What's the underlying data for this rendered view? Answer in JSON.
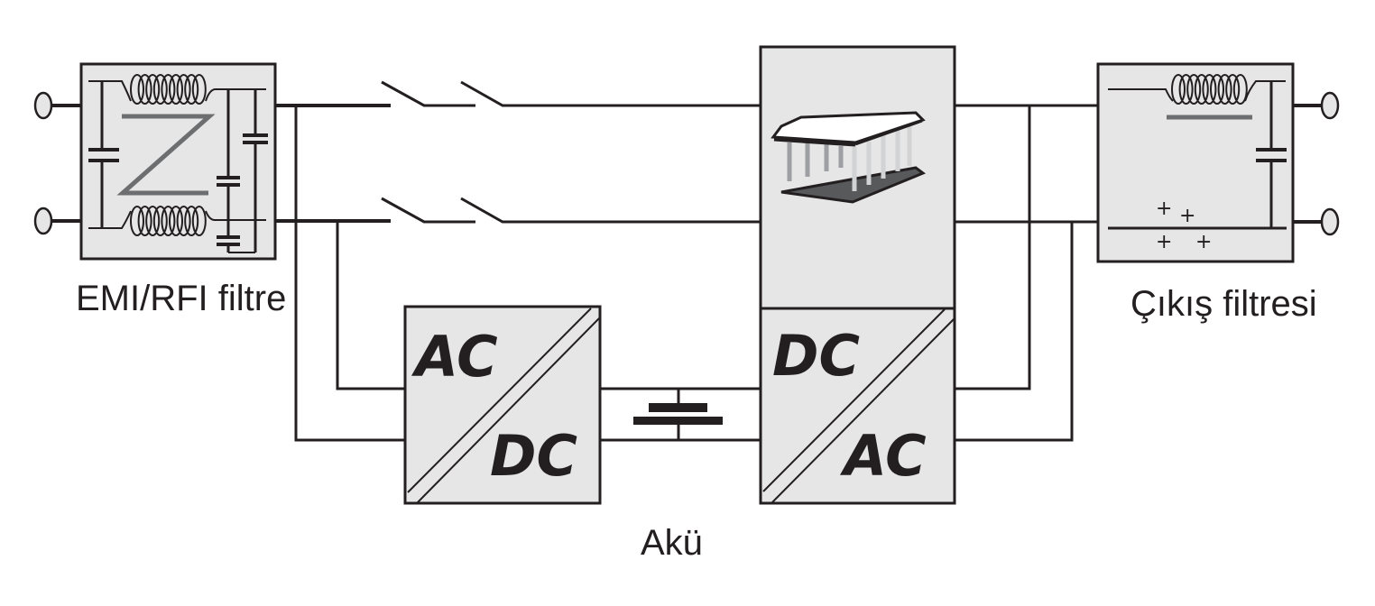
{
  "diagram": {
    "type": "UPS block diagram (online double conversion)",
    "labels": {
      "emi_filter": "EMI/RFI filtre",
      "output_filter": "Çıkış filtresi",
      "battery": "Akü"
    },
    "rectifier": {
      "top": "AC",
      "bottom": "DC"
    },
    "inverter": {
      "top": "DC",
      "bottom": "AC"
    },
    "output_filter_symbols": [
      "+",
      "+",
      "+",
      "+"
    ],
    "colors": {
      "line": "#231f20",
      "block_fill": "#e6e6e6",
      "accent_grey": "#6d6e70"
    }
  }
}
